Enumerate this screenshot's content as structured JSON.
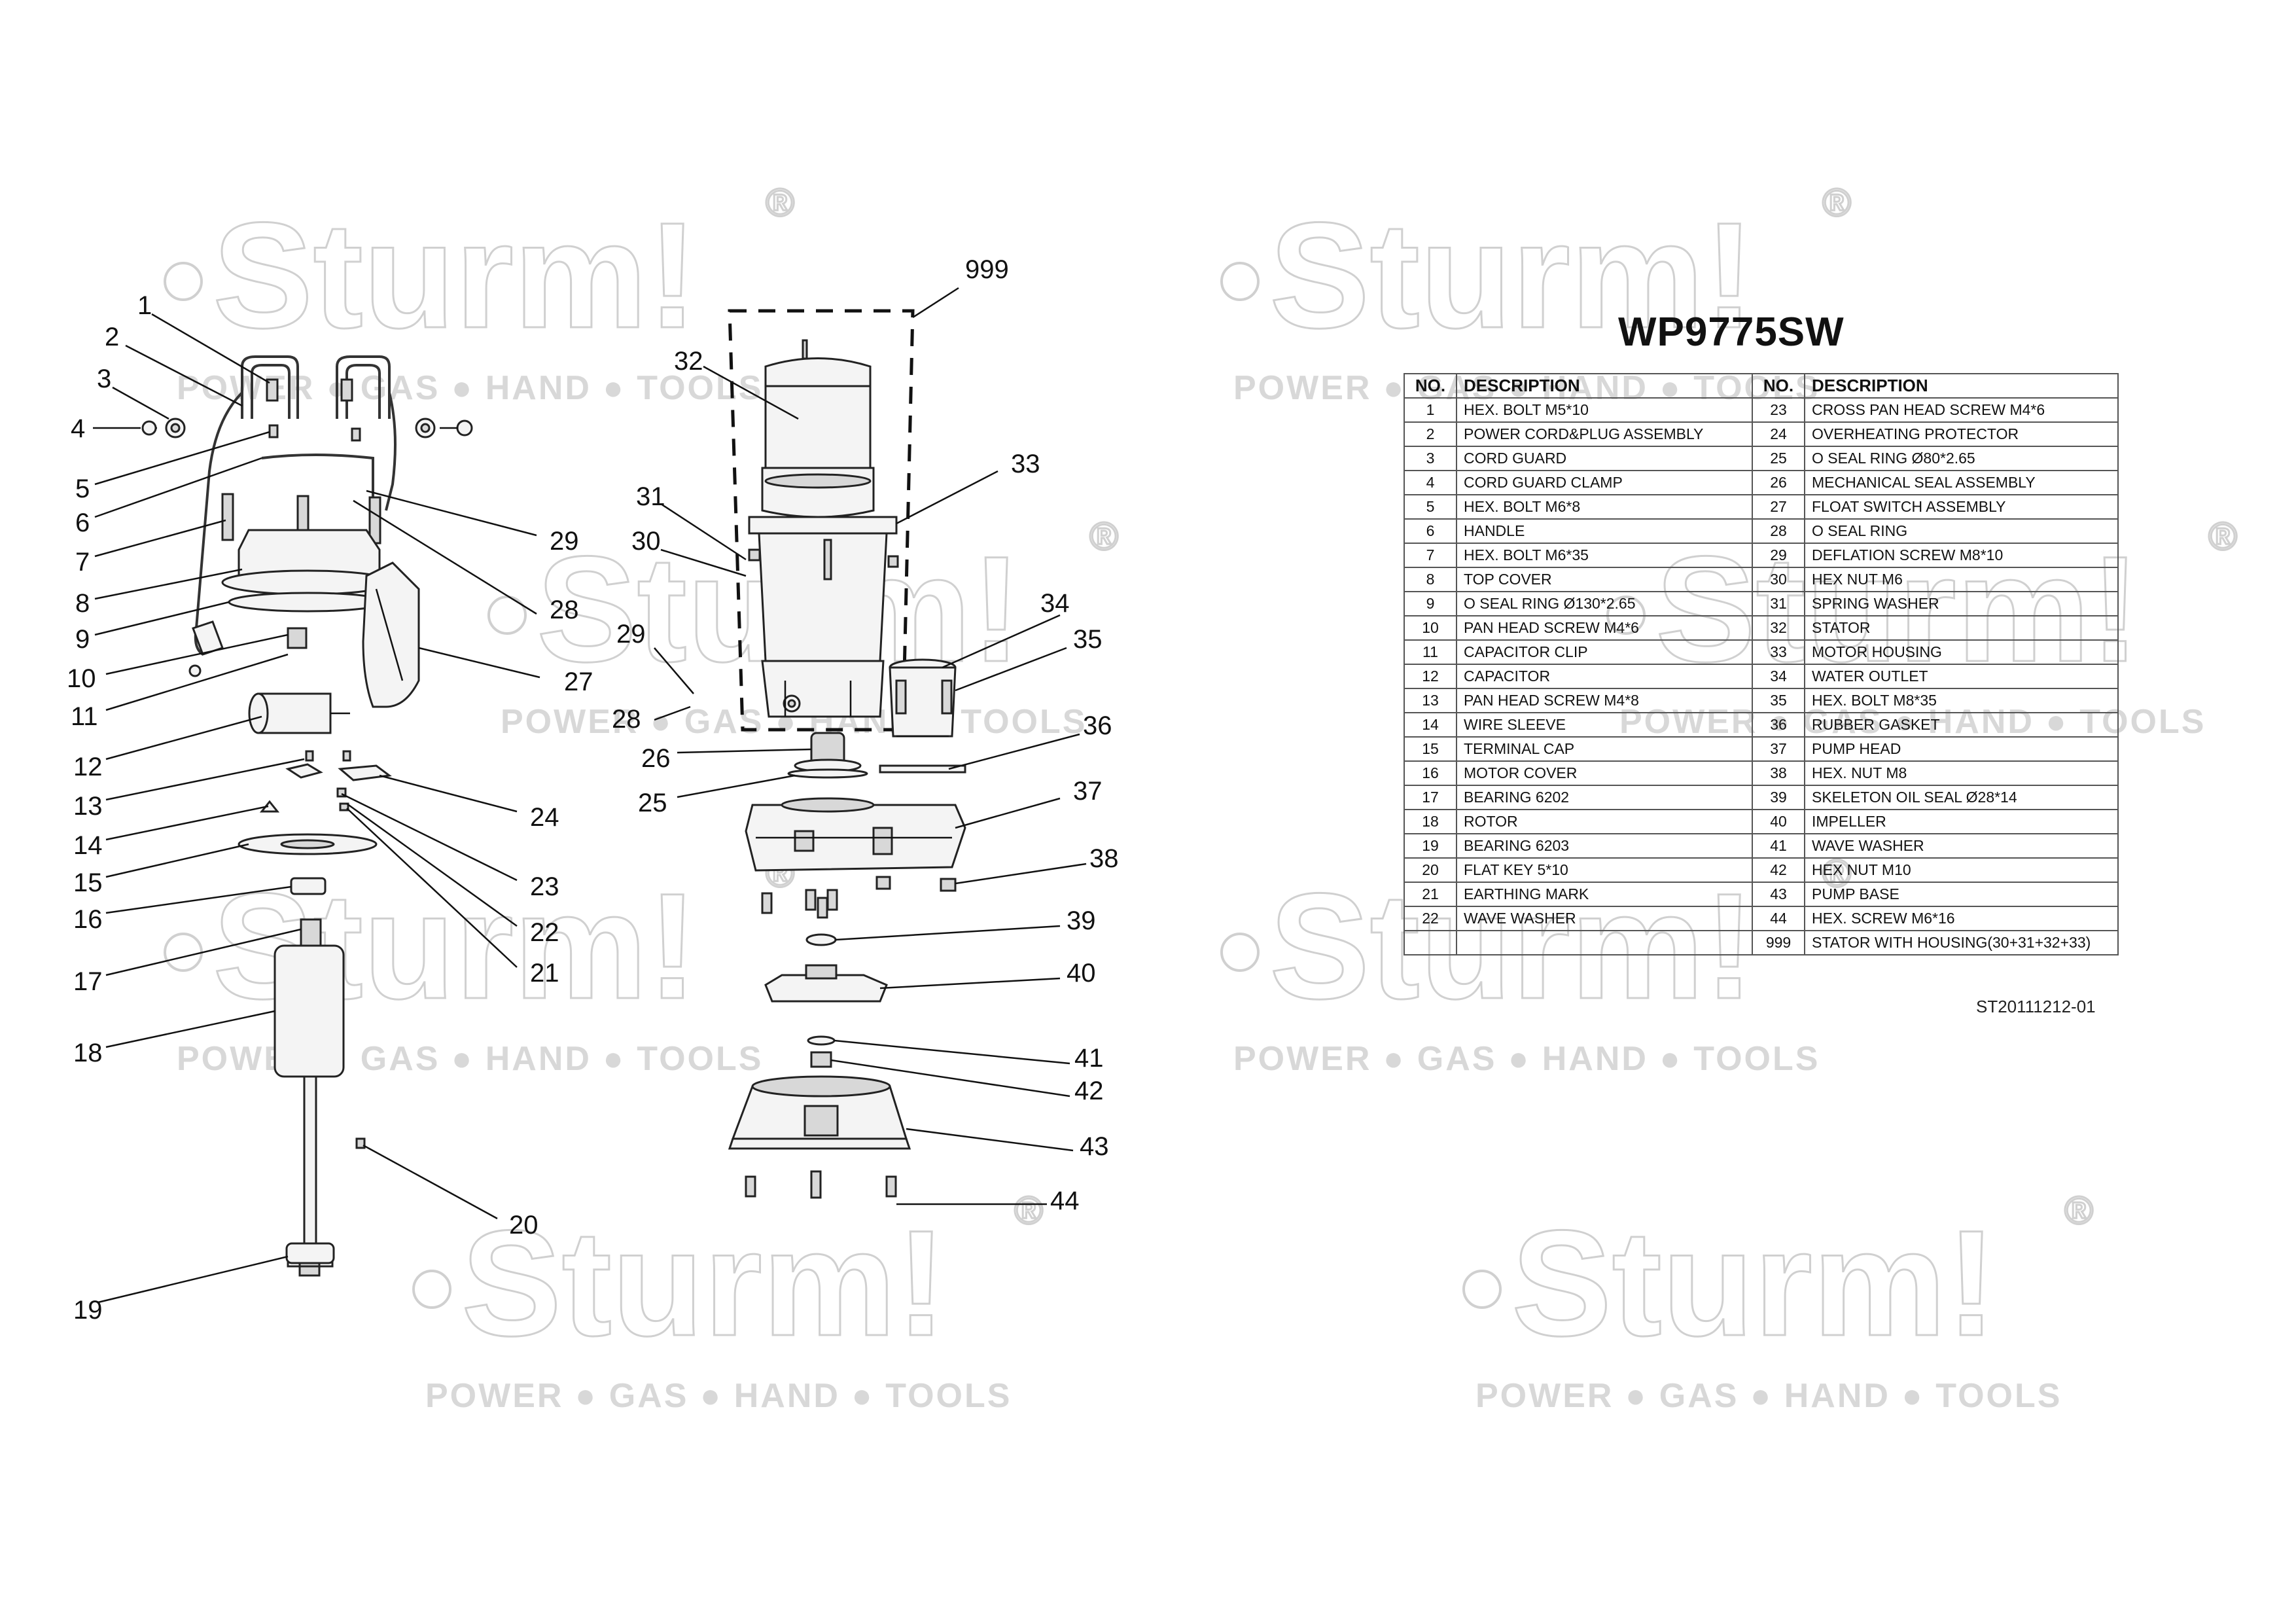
{
  "watermark": {
    "brand": "Sturm!",
    "registered": "®",
    "tagline": "POWER ● GAS ● HAND ● TOOLS"
  },
  "model": "WP9775SW",
  "table": {
    "headers": {
      "no": "NO.",
      "description": "DESCRIPTION"
    },
    "left_rows": [
      {
        "no": "1",
        "description": "HEX. BOLT M5*10"
      },
      {
        "no": "2",
        "description": "POWER CORD&PLUG ASSEMBLY"
      },
      {
        "no": "3",
        "description": "CORD GUARD"
      },
      {
        "no": "4",
        "description": "CORD GUARD CLAMP"
      },
      {
        "no": "5",
        "description": "HEX. BOLT M6*8"
      },
      {
        "no": "6",
        "description": "HANDLE"
      },
      {
        "no": "7",
        "description": "HEX. BOLT M6*35"
      },
      {
        "no": "8",
        "description": "TOP COVER"
      },
      {
        "no": "9",
        "description": "O SEAL RING Ø130*2.65"
      },
      {
        "no": "10",
        "description": "PAN HEAD SCREW M4*6"
      },
      {
        "no": "11",
        "description": "CAPACITOR CLIP"
      },
      {
        "no": "12",
        "description": "CAPACITOR"
      },
      {
        "no": "13",
        "description": "PAN HEAD SCREW M4*8"
      },
      {
        "no": "14",
        "description": "WIRE SLEEVE"
      },
      {
        "no": "15",
        "description": "TERMINAL CAP"
      },
      {
        "no": "16",
        "description": "MOTOR COVER"
      },
      {
        "no": "17",
        "description": "BEARING 6202"
      },
      {
        "no": "18",
        "description": "ROTOR"
      },
      {
        "no": "19",
        "description": "BEARING 6203"
      },
      {
        "no": "20",
        "description": "FLAT KEY 5*10"
      },
      {
        "no": "21",
        "description": "EARTHING MARK"
      },
      {
        "no": "22",
        "description": "WAVE WASHER"
      },
      {
        "no": "",
        "description": ""
      }
    ],
    "right_rows": [
      {
        "no": "23",
        "description": "CROSS PAN HEAD SCREW M4*6"
      },
      {
        "no": "24",
        "description": "OVERHEATING PROTECTOR"
      },
      {
        "no": "25",
        "description": "O SEAL RING Ø80*2.65"
      },
      {
        "no": "26",
        "description": "MECHANICAL SEAL ASSEMBLY"
      },
      {
        "no": "27",
        "description": "FLOAT SWITCH ASSEMBLY"
      },
      {
        "no": "28",
        "description": "O SEAL RING"
      },
      {
        "no": "29",
        "description": "DEFLATION SCREW M8*10"
      },
      {
        "no": "30",
        "description": "HEX NUT M6"
      },
      {
        "no": "31",
        "description": "SPRING WASHER"
      },
      {
        "no": "32",
        "description": "STATOR"
      },
      {
        "no": "33",
        "description": "MOTOR HOUSING"
      },
      {
        "no": "34",
        "description": "WATER OUTLET"
      },
      {
        "no": "35",
        "description": "HEX. BOLT M8*35"
      },
      {
        "no": "36",
        "description": "RUBBER GASKET"
      },
      {
        "no": "37",
        "description": "PUMP HEAD"
      },
      {
        "no": "38",
        "description": "HEX. NUT M8"
      },
      {
        "no": "39",
        "description": "SKELETON OIL SEAL Ø28*14"
      },
      {
        "no": "40",
        "description": "IMPELLER"
      },
      {
        "no": "41",
        "description": "WAVE WASHER"
      },
      {
        "no": "42",
        "description": "HEX NUT M10"
      },
      {
        "no": "43",
        "description": "PUMP BASE"
      },
      {
        "no": "44",
        "description": "HEX. SCREW M6*16"
      },
      {
        "no": "999",
        "description": "STATOR WITH HOUSING(30+31+32+33)"
      }
    ]
  },
  "doc_code": "ST20111212-01",
  "callouts": [
    "1",
    "2",
    "3",
    "4",
    "5",
    "6",
    "7",
    "8",
    "9",
    "10",
    "11",
    "12",
    "13",
    "14",
    "15",
    "16",
    "17",
    "18",
    "19",
    "20",
    "21",
    "22",
    "23",
    "24",
    "25",
    "26",
    "27",
    "28",
    "29",
    "29",
    "28",
    "30",
    "31",
    "32",
    "33",
    "34",
    "35",
    "36",
    "37",
    "38",
    "39",
    "40",
    "41",
    "42",
    "43",
    "44",
    "999"
  ]
}
